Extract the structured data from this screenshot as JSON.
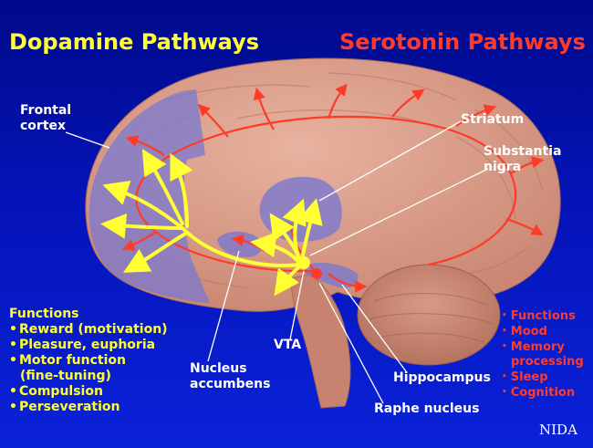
{
  "titles": {
    "dopamine": "Dopamine Pathways",
    "serotonin": "Serotonin Pathways"
  },
  "labels": {
    "frontal_cortex": [
      "Frontal",
      "cortex"
    ],
    "striatum": "Striatum",
    "substantia_nigra": [
      "Substantia",
      "nigra"
    ],
    "vta": "VTA",
    "nucleus_accumbens": [
      "Nucleus",
      "accumbens"
    ],
    "hippocampus": "Hippocampus",
    "raphe_nucleus": "Raphe nucleus"
  },
  "dopamine_functions": {
    "heading": "Functions",
    "items": [
      "Reward (motivation)",
      "Pleasure, euphoria",
      "Motor function",
      "Compulsion",
      "Perseveration"
    ],
    "motor_sub": "(fine-tuning)"
  },
  "serotonin_functions": {
    "heading": "Functions",
    "items": [
      "Mood",
      "Memory",
      "Sleep",
      "Cognition"
    ],
    "memory_sub": "processing"
  },
  "credit": "NIDA",
  "colors": {
    "background": "#0514b8",
    "dopamine": "#ffff33",
    "serotonin": "#ff3b28",
    "brain_tissue": "#d79a86",
    "highlight_region": "#7a78d0"
  }
}
